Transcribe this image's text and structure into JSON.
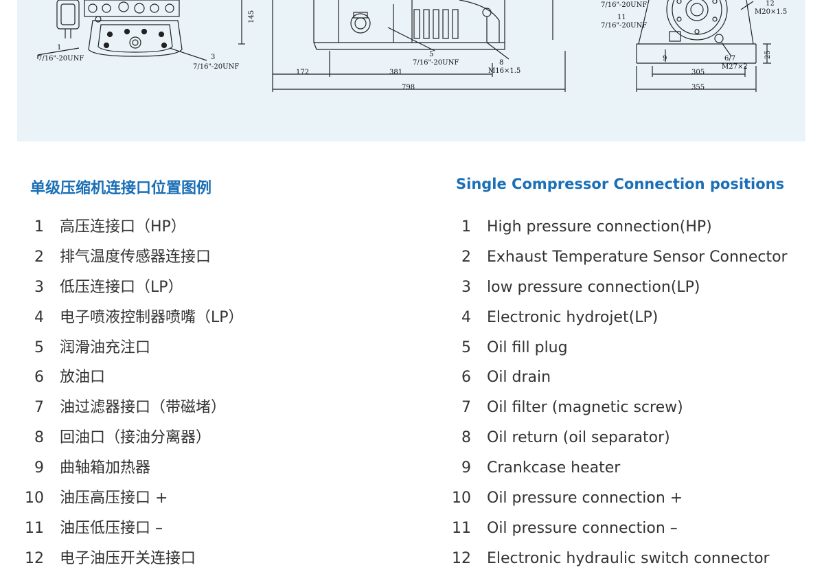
{
  "drawing": {
    "labels": {
      "l1_num": "1",
      "l1_thread": "7/16\"-20UNF",
      "l3_num": "3",
      "l3_thread": "7/16\"-20UNF",
      "l5_num": "5",
      "l5_thread": "7/16\"-20UNF",
      "l8_num": "8",
      "l8_thread": "M16×1.5",
      "dim_145": "145",
      "dim_172": "172",
      "dim_381": "381",
      "dim_798": "798",
      "side_top_thread": "7/16\"-20UNF",
      "l11_num": "11",
      "l11_thread": "7/16\"-20UNF",
      "l12_num": "12",
      "l12_thread": "M20×1.5",
      "l9_num": "9",
      "l67_num": "6/7",
      "l67_thread": "M27×2",
      "dim_25": "25",
      "dim_305": "305",
      "dim_355": "355"
    }
  },
  "chinese": {
    "heading": "单级压缩机连接口位置图例",
    "items": [
      {
        "num": "1",
        "text": "高压连接口（HP）"
      },
      {
        "num": "2",
        "text": "排气温度传感器连接口"
      },
      {
        "num": "3",
        "text": "低压连接口（LP）"
      },
      {
        "num": "4",
        "text": "电子喷液控制器喷嘴（LP）"
      },
      {
        "num": "5",
        "text": "润滑油充注口"
      },
      {
        "num": "6",
        "text": "放油口"
      },
      {
        "num": "7",
        "text": "油过滤器接口（带磁堵）"
      },
      {
        "num": "8",
        "text": "回油口（接油分离器）"
      },
      {
        "num": "9",
        "text": "曲轴箱加热器"
      },
      {
        "num": "10",
        "text": "油压高压接口 +"
      },
      {
        "num": "11",
        "text": "油压低压接口 –"
      },
      {
        "num": "12",
        "text": "电子油压开关连接口"
      }
    ]
  },
  "english": {
    "heading": "Single Compressor Connection positions",
    "items": [
      {
        "num": "1",
        "text": "High pressure connection(HP)"
      },
      {
        "num": "2",
        "text": "Exhaust Temperature Sensor Connector"
      },
      {
        "num": "3",
        "text": "low pressure connection(LP)"
      },
      {
        "num": "4",
        "text": "Electronic hydrojet(LP)"
      },
      {
        "num": "5",
        "text": "Oil fill plug"
      },
      {
        "num": "6",
        "text": "Oil drain"
      },
      {
        "num": "7",
        "text": "Oil filter (magnetic screw)"
      },
      {
        "num": "8",
        "text": "Oil return (oil separator)"
      },
      {
        "num": "9",
        "text": "Crankcase heater"
      },
      {
        "num": "10",
        "text": "Oil pressure connection +"
      },
      {
        "num": "11",
        "text": "Oil pressure connection –"
      },
      {
        "num": "12",
        "text": "Electronic hydraulic switch connector"
      }
    ]
  }
}
